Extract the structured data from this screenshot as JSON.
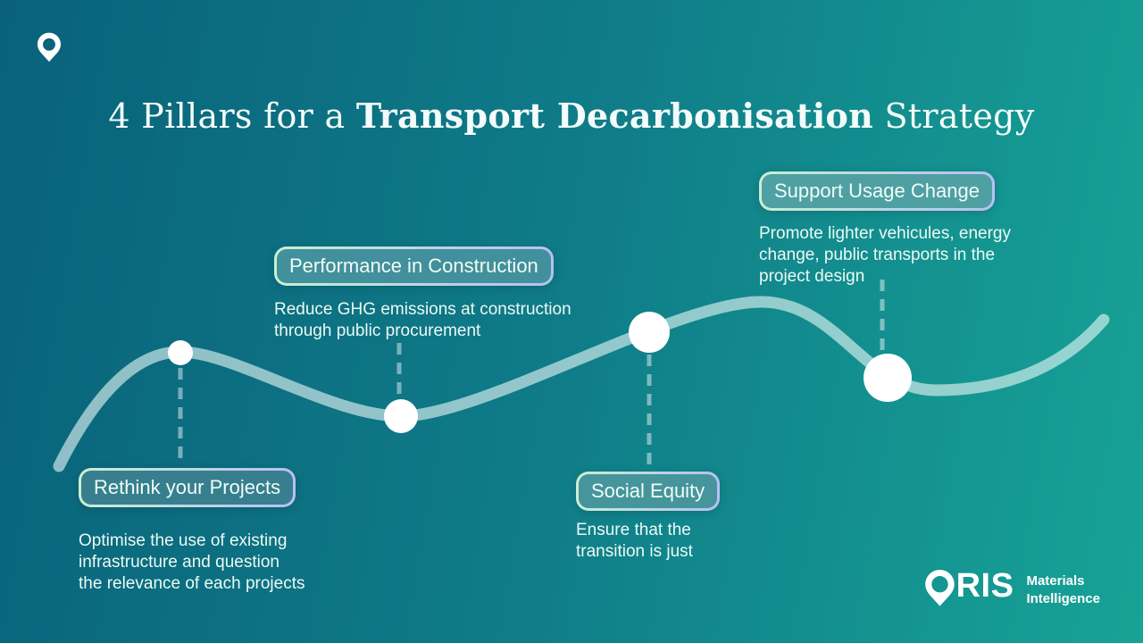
{
  "page": {
    "title_prefix": "4 Pillars for a ",
    "title_emphasis": "Transport Decarbonisation",
    "title_suffix": " Strategy"
  },
  "pillars": [
    {
      "label": "Rethink your Projects",
      "description_lines": [
        "Optimise the use of existing",
        "infrastructure and question",
        "the relevance of each projects"
      ]
    },
    {
      "label": "Performance in Construction",
      "description_lines": [
        "Reduce GHG emissions at construction",
        "through public procurement"
      ]
    },
    {
      "label": "Social Equity",
      "description_lines": [
        "Ensure that the",
        "transition is just"
      ]
    },
    {
      "label": "Support Usage Change",
      "description_lines": [
        "Promote lighter vehicules, energy",
        "change, public transports in the",
        "project design"
      ]
    }
  ],
  "logo": {
    "brand": "ORIS",
    "wordmark_rest": "RIS",
    "tagline_line1": "Materials",
    "tagline_line2": "Intelligence"
  },
  "icons": {
    "top_left": "map-pin-icon",
    "logo_o": "map-pin-icon"
  },
  "colors": {
    "background_left": "#09627A",
    "background_right": "#17A396",
    "pill_border_start": "#C8EFD2",
    "pill_border_end": "#B7C0F4",
    "curve": "#D2E9E6",
    "milestone_dot": "#FFFFFF",
    "text": "#FFFFFF"
  }
}
